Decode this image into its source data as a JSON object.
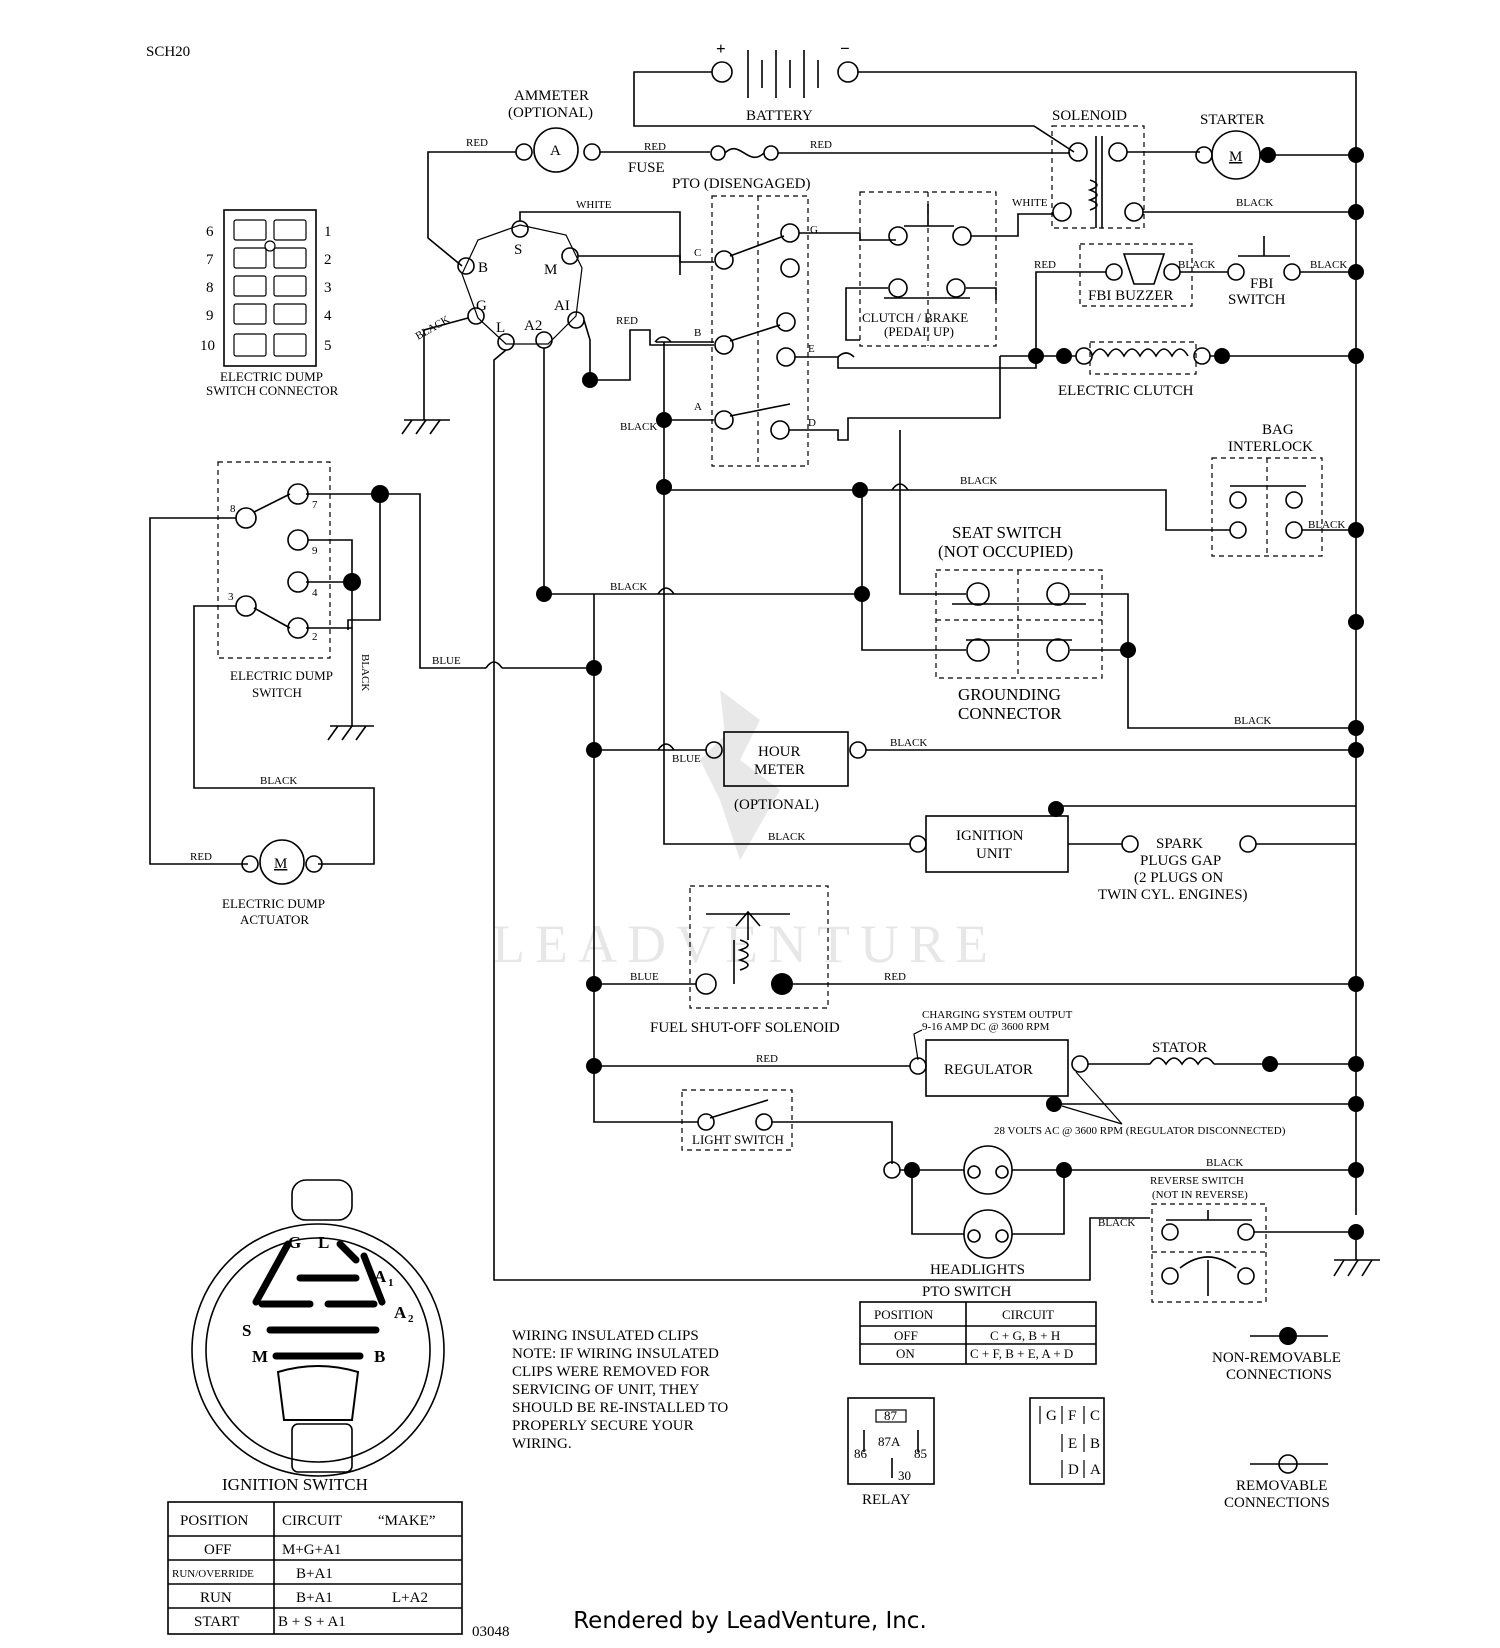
{
  "doc_id": "SCH20",
  "doc_code": "03048",
  "footer": "Rendered by LeadVenture, Inc.",
  "watermark": "LEADVENTURE",
  "labels": {
    "battery": "BATTERY",
    "plus": "+",
    "minus": "−",
    "ammeter_1": "AMMETER",
    "ammeter_2": "(OPTIONAL)",
    "ammeter_letter": "A",
    "fuse": "FUSE",
    "solenoid": "SOLENOID",
    "starter": "STARTER",
    "motor_letter": "M",
    "pto": "PTO (DISENGAGED)",
    "clutch_brake_1": "CLUTCH / BRAKE",
    "clutch_brake_2": "(PEDAL UP)",
    "fbi_buzzer": "FBI BUZZER",
    "fbi_switch_1": "FBI",
    "fbi_switch_2": "SWITCH",
    "electric_clutch": "ELECTRIC CLUTCH",
    "bag_interlock_1": "BAG",
    "bag_interlock_2": "INTERLOCK",
    "seat_switch_1": "SEAT SWITCH",
    "seat_switch_2": "(NOT OCCUPIED)",
    "grounding_1": "GROUNDING",
    "grounding_2": "CONNECTOR",
    "hour_meter_1": "HOUR",
    "hour_meter_2": "METER",
    "hour_meter_3": "(OPTIONAL)",
    "ignition_unit_1": "IGNITION",
    "ignition_unit_2": "UNIT",
    "spark_1": "SPARK",
    "spark_2": "PLUGS GAP",
    "spark_3": "(2 PLUGS ON",
    "spark_4": "TWIN CYL. ENGINES)",
    "fuel_solenoid": "FUEL SHUT-OFF SOLENOID",
    "charging_1": "CHARGING SYSTEM OUTPUT",
    "charging_2": "9-16 AMP DC @ 3600 RPM",
    "regulator": "REGULATOR",
    "stator": "STATOR",
    "volts_ac": "28 VOLTS AC @ 3600 RPM (REGULATOR DISCONNECTED)",
    "light_switch": "LIGHT SWITCH",
    "headlights": "HEADLIGHTS",
    "reverse_1": "REVERSE SWITCH",
    "reverse_2": "(NOT IN REVERSE)",
    "dump_connector_1": "ELECTRIC DUMP",
    "dump_connector_2": "SWITCH CONNECTOR",
    "dump_switch_1": "ELECTRIC DUMP",
    "dump_switch_2": "SWITCH",
    "dump_actuator_1": "ELECTRIC DUMP",
    "dump_actuator_2": "ACTUATOR",
    "ignition_switch": "IGNITION SWITCH",
    "relay": "RELAY",
    "non_removable_1": "NON-REMOVABLE",
    "non_removable_2": "CONNECTIONS",
    "removable_1": "REMOVABLE",
    "removable_2": "CONNECTIONS"
  },
  "wire_colors": {
    "red": "RED",
    "white": "WHITE",
    "black": "BLACK",
    "blue": "BLUE"
  },
  "ignition_terminals": {
    "B": "B",
    "S": "S",
    "M": "M",
    "G": "G",
    "L": "L",
    "A1": "A1",
    "A2": "A2",
    "AI": "AI"
  },
  "pto_terminals": {
    "C": "C",
    "B": "B",
    "A": "A",
    "G": "G",
    "E": "E",
    "D": "D"
  },
  "dump_switch_pins": [
    "8",
    "7",
    "9",
    "4",
    "3",
    "2"
  ],
  "connector_left_pins": [
    "6",
    "7",
    "8",
    "9",
    "10"
  ],
  "connector_right_pins": [
    "1",
    "2",
    "3",
    "4",
    "5"
  ],
  "note": {
    "lines": [
      "WIRING INSULATED CLIPS",
      "NOTE:  IF WIRING INSULATED",
      "CLIPS WERE REMOVED FOR",
      "SERVICING OF UNIT, THEY",
      "SHOULD BE RE-INSTALLED TO",
      "PROPERLY SECURE YOUR",
      "WIRING."
    ]
  },
  "pto_table": {
    "title": "PTO SWITCH",
    "headers": [
      "POSITION",
      "CIRCUIT"
    ],
    "rows": [
      [
        "OFF",
        "C + G, B + H"
      ],
      [
        "ON",
        "C + F, B + E, A + D"
      ]
    ]
  },
  "ignition_table": {
    "headers": [
      "POSITION",
      "CIRCUIT",
      "“MAKE”"
    ],
    "rows": [
      [
        "OFF",
        "M+G+A1",
        ""
      ],
      [
        "RUN/OVERRIDE",
        "B+A1",
        ""
      ],
      [
        "RUN",
        "B+A1",
        "L+A2"
      ],
      [
        "START",
        "B + S + A1",
        ""
      ]
    ]
  },
  "relay_pins": [
    "87",
    "87A",
    "86",
    "85",
    "30"
  ],
  "pto_connector_pins": [
    "G",
    "F",
    "C",
    "E",
    "B",
    "D",
    "A"
  ],
  "ignition_face": {
    "G": "G",
    "L": "L",
    "A1": "A",
    "A1_sub": "1",
    "A2": "A",
    "A2_sub": "2",
    "S": "S",
    "M": "M",
    "B": "B"
  }
}
